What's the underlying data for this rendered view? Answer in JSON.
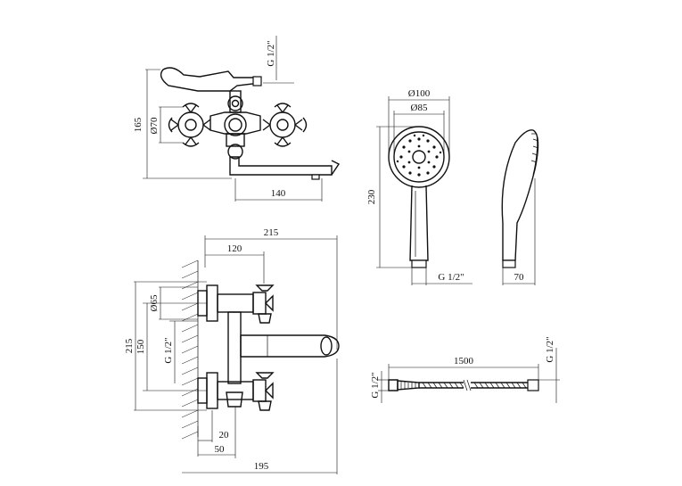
{
  "labels": {
    "top_height": "165",
    "top_diameter": "Ø70",
    "top_thread": "G 1/2\"",
    "top_spout_reach": "140",
    "front_width_total": "215",
    "front_width_handle": "120",
    "front_diameter": "Ø65",
    "front_height_total": "215",
    "front_height_centers": "150",
    "front_thread": "G 1/2\"",
    "front_offset_20": "20",
    "front_offset_50": "50",
    "front_spout_195": "195",
    "head_outer_dia": "Ø100",
    "head_inner_dia": "Ø85",
    "head_length": "230",
    "head_thread": "G 1/2\"",
    "head_depth": "70",
    "hose_length": "1500",
    "hose_thread_left": "G 1/2\"",
    "hose_thread_right": "G 1/2\""
  }
}
